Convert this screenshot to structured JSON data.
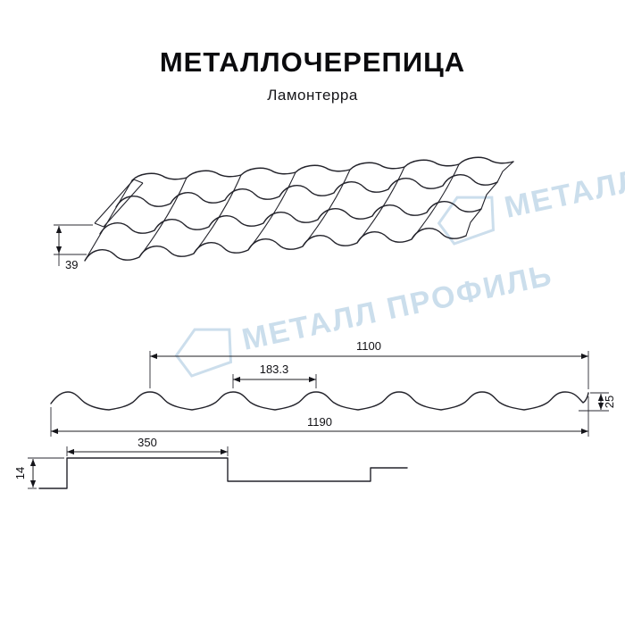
{
  "header": {
    "title": "МЕТАЛЛОЧЕРЕПИЦА",
    "subtitle": "Ламонтерра"
  },
  "watermark": {
    "text": "МЕТАЛЛ ПРОФИЛЬ",
    "color": "#b0cde2"
  },
  "drawings": {
    "perspective": {
      "step_height": "39"
    },
    "cross_section": {
      "cover_width": "1100",
      "wave_pitch": "183.3",
      "profile_height": "25",
      "overall_width": "1190"
    },
    "longitudinal": {
      "module_length": "350",
      "step_height": "14"
    }
  }
}
